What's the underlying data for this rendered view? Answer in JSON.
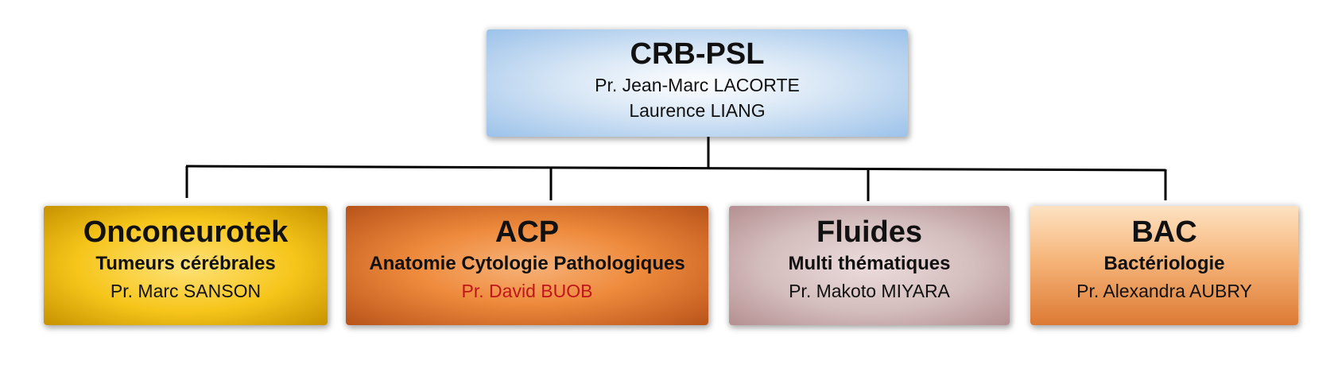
{
  "root": {
    "title": "CRB-PSL",
    "line1": "Pr. Jean-Marc LACORTE",
    "line2": "Laurence LIANG"
  },
  "children": [
    {
      "title": "Onconeurotek",
      "subtitle": "Tumeurs cérébrales",
      "person": "Pr. Marc SANSON",
      "color": "#f6c51a"
    },
    {
      "title": "ACP",
      "subtitle": "Anatomie Cytologie Pathologiques",
      "person": "Pr. David BUOB",
      "color": "#ee8a3c",
      "person_color": "#c0161b"
    },
    {
      "title": "Fluides",
      "subtitle": "Multi thématiques",
      "person": "Pr. Makoto MIYARA",
      "color": "#d3bcbc"
    },
    {
      "title": "BAC",
      "subtitle": "Bactériologie",
      "person": "Pr. Alexandra AUBRY",
      "color": "#f6b57a"
    }
  ],
  "root_color": "#9cc2ea",
  "connector_color": "#000000"
}
